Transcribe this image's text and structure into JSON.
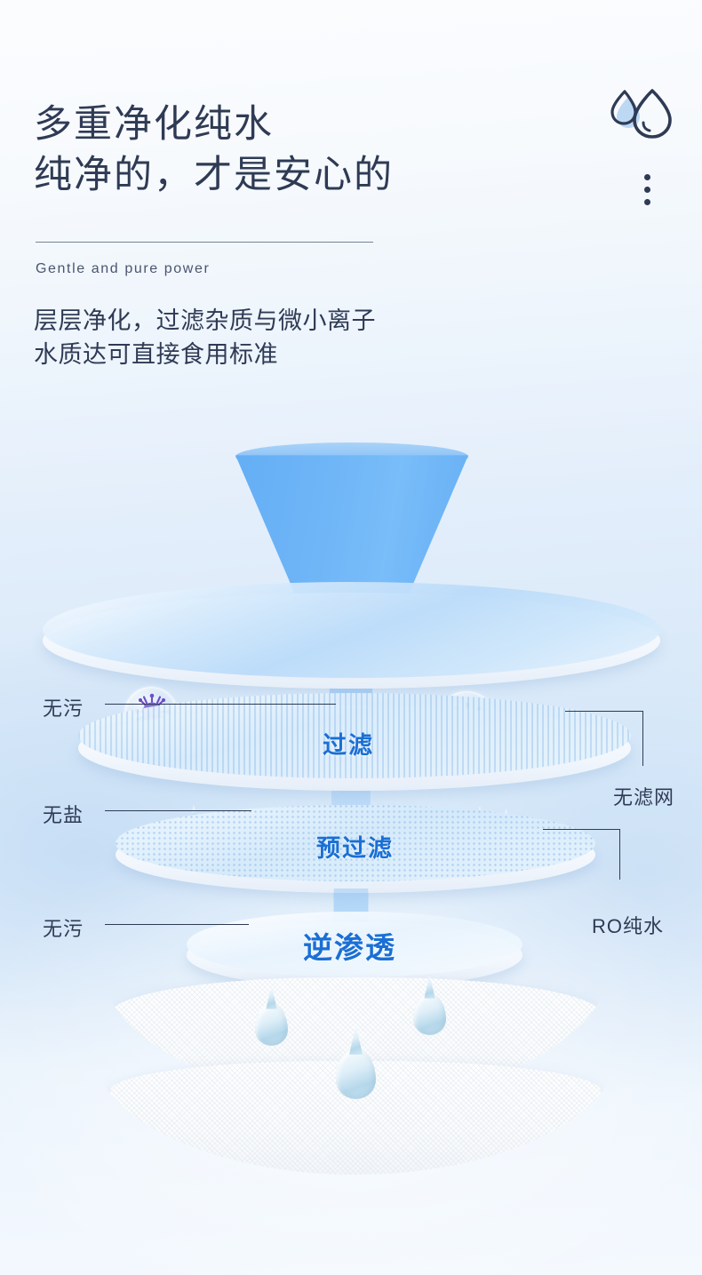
{
  "header": {
    "title_lines": [
      "多重净化纯水",
      "纯净的，才是安心的"
    ],
    "subtitle_en": "Gentle and pure power",
    "description_lines": [
      "层层净化，过滤杂质与微小离子",
      "水质达可直接食用标准"
    ],
    "drops_icon": "water-drops-icon",
    "menu_icon": "kebab-menu-icon"
  },
  "diagram": {
    "stages": [
      {
        "label": "过滤"
      },
      {
        "label": "预过滤"
      },
      {
        "label": "逆渗透"
      }
    ],
    "left_labels": [
      {
        "text": "无污"
      },
      {
        "text": "无盐"
      },
      {
        "text": "无污"
      }
    ],
    "right_labels": [
      {
        "text": "无滤网"
      },
      {
        "text": "RO纯水"
      }
    ]
  },
  "colors": {
    "title_text": "#2f3b55",
    "stage_text": "#1a6fd4",
    "funnel_blue": "#6fb6f7",
    "background_top": "#fafbfd",
    "background_mid": "#dbeaf9",
    "line": "#2f3b55"
  }
}
